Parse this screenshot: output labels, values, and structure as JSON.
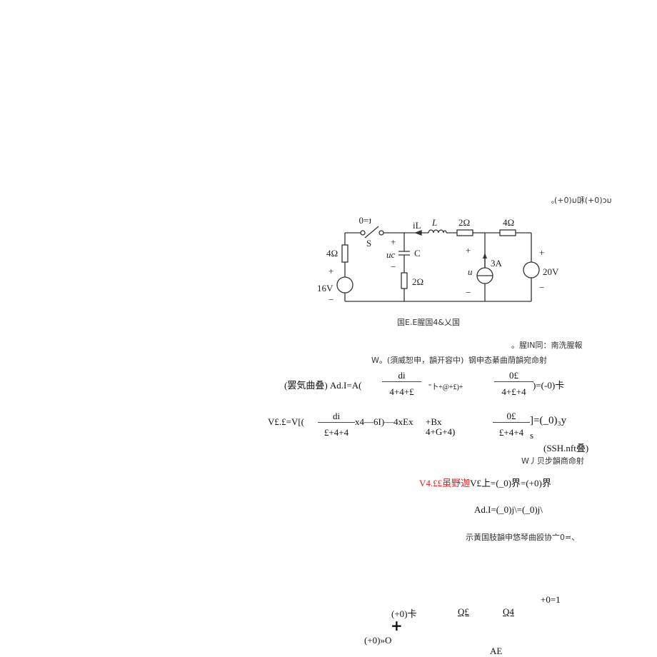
{
  "problem_statement": "uc(0+)和u(0+)。",
  "circuit": {
    "labels": {
      "switch_time": "t=0",
      "switch": "S",
      "inductor_current": "iL",
      "inductor": "L",
      "r_series_2": "2Ω",
      "r_top_4": "4Ω",
      "r_left_4": "4Ω",
      "source_16v": "16V",
      "cap": "C",
      "cap_voltage": "uc",
      "r_cap_2": "2Ω",
      "current_source": "3A",
      "cs_voltage": "u",
      "source_20v": "20V",
      "plus": "+",
      "minus": "−"
    },
    "caption": "国E.E腥国4&乂国"
  },
  "lines": {
    "l1": "。腥IN同：南洗腥報",
    "l2_a": "W。(須威恕申，韻开容中)",
    "l2_b": "钢申态綦曲荫韻宛命射",
    "eq1": {
      "prefix": "(罢気曲叠) Ad.I=A(",
      "f1_num": "di",
      "f1_den": "4+4+£",
      "mid": "\"卜+@+£)+",
      "f2_num": "0£",
      "f2_den": "4+£+4",
      "suffix": ")=(-0)卡"
    },
    "eq2": {
      "prefix": "V£.£=V[(",
      "f1_num": "di",
      "f1_den": "£+4+4",
      "mid": "x4—6I)—4xEx",
      "mid2_top": "+Bx",
      "mid2_bot": "4+G+4)",
      "f2_num": "0£",
      "f2_den": "£+4+4",
      "suffix": "]=(_0)₃y",
      "s": "s"
    },
    "l3": "(SSH.nft叠)",
    "l4": "W丿贝步韻商命射",
    "l5_red": "V4.££虽野迦",
    "l5_rest": "V£上=(_0)界=(+0)界",
    "l6": "Ad.I=(_0)j\\=(_0)j\\",
    "l7": "示黃国肢韻申悠琴曲殴协亠0=、",
    "l8": "+0=1",
    "l9_a": "(+0)卡",
    "l9_b": "Q£",
    "l9_c": "Q4",
    "l10": "+",
    "l11": "(+0)»O",
    "l12": "AE"
  },
  "colors": {
    "highlight": "#e02020"
  }
}
